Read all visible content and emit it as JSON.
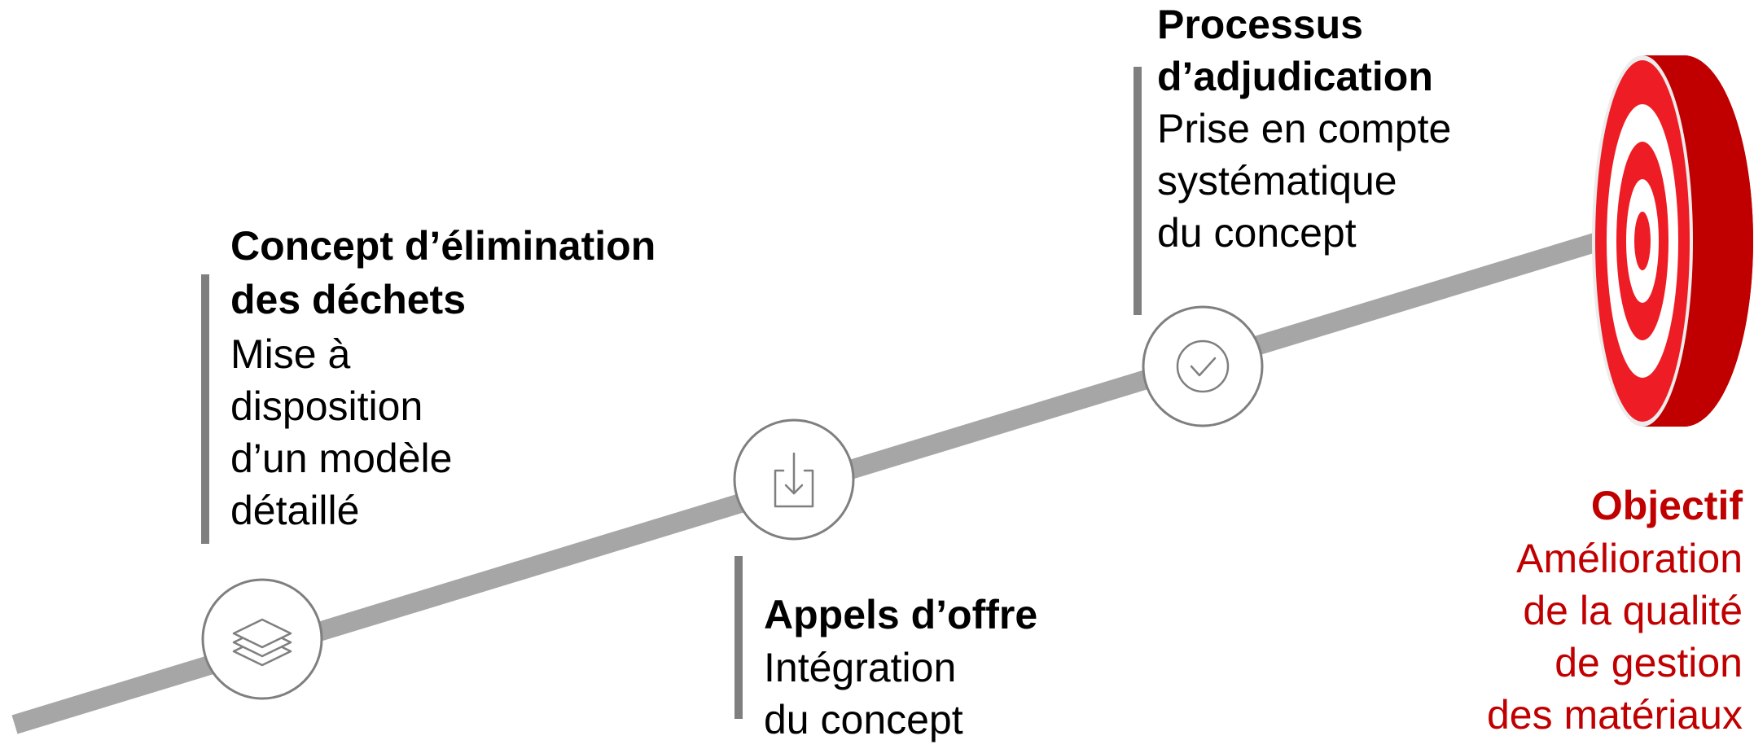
{
  "steps": [
    {
      "title": "Concept d’élimination\ndes déchets",
      "description": "Mise à\ndisposition\nd’un modèle\ndétaillé",
      "icon": "layers-icon"
    },
    {
      "title": "Appels d’offre",
      "description": "Intégration\ndu concept",
      "icon": "download-icon"
    },
    {
      "title": "Processus\nd’adjudication",
      "description": "Prise en compte\nsystématique\ndu concept",
      "icon": "check-circle-icon"
    }
  ],
  "goal": {
    "title": "Objectif",
    "description": "Amélioration\nde la qualité\nde gestion\ndes matériaux",
    "icon": "target-icon"
  },
  "colors": {
    "accent": "#c00000",
    "target_red": "#ee1c24",
    "arrow": "#a6a6a6",
    "bar": "#7f7f7f"
  }
}
